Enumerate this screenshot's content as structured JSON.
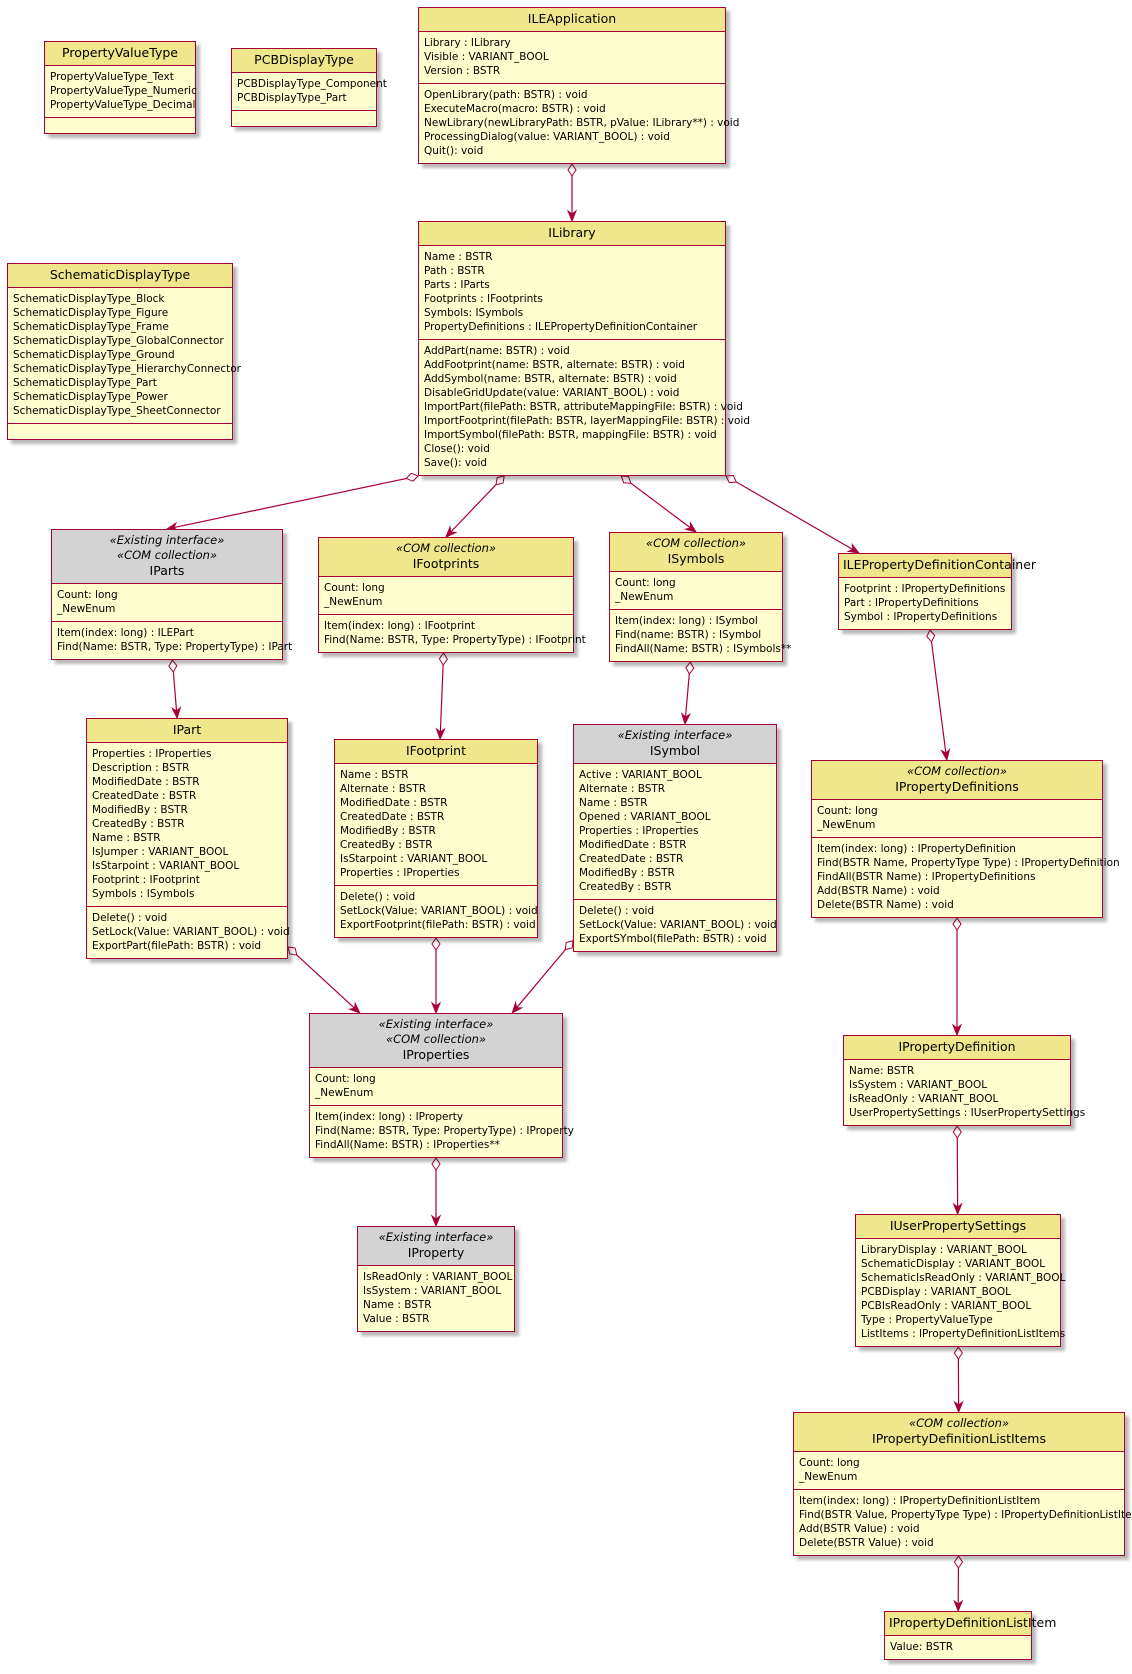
{
  "classes": [
    {
      "id": "PropertyValueType",
      "name": "PropertyValueType",
      "stereotypes": [],
      "sections": [
        [
          "PropertyValueType_Text",
          "PropertyValueType_Numeric",
          "PropertyValueType_Decimal"
        ],
        []
      ]
    },
    {
      "id": "PCBDisplayType",
      "name": "PCBDisplayType",
      "stereotypes": [],
      "sections": [
        [
          "PCBDisplayType_Component",
          "PCBDisplayType_Part"
        ],
        []
      ]
    },
    {
      "id": "SchematicDisplayType",
      "name": "SchematicDisplayType",
      "stereotypes": [],
      "sections": [
        [
          "SchematicDisplayType_Block",
          "SchematicDisplayType_Figure",
          "SchematicDisplayType_Frame",
          "SchematicDisplayType_GlobalConnector",
          "SchematicDisplayType_Ground",
          "SchematicDisplayType_HierarchyConnector",
          "SchematicDisplayType_Part",
          "SchematicDisplayType_Power",
          "SchematicDisplayType_SheetConnector"
        ],
        []
      ]
    },
    {
      "id": "ILEApplication",
      "name": "ILEApplication",
      "stereotypes": [],
      "sections": [
        [
          "Library : ILibrary",
          "Visible : VARIANT_BOOL",
          "Version : BSTR"
        ],
        [
          "OpenLibrary(path: BSTR) : void",
          "ExecuteMacro(macro: BSTR) : void",
          "NewLibrary(newLibraryPath: BSTR, pValue: ILibrary**) : void",
          "ProcessingDialog(value: VARIANT_BOOL) : void",
          "Quit(): void"
        ]
      ]
    },
    {
      "id": "ILibrary",
      "name": "ILibrary",
      "stereotypes": [],
      "sections": [
        [
          "Name : BSTR",
          "Path : BSTR",
          "Parts : IParts",
          "Footprints : IFootprints",
          "Symbols: ISymbols",
          "PropertyDefinitions : ILEPropertyDefinitionContainer"
        ],
        [
          "AddPart(name: BSTR) : void",
          "AddFootprint(name: BSTR, alternate: BSTR) : void",
          "AddSymbol(name: BSTR, alternate: BSTR) : void",
          "DisableGridUpdate(value: VARIANT_BOOL) : void",
          "ImportPart(filePath: BSTR, attributeMappingFile: BSTR) : void",
          "ImportFootprint(filePath: BSTR, layerMappingFile: BSTR) : void",
          "ImportSymbol(filePath: BSTR, mappingFile: BSTR) : void",
          "Close(): void",
          "Save(): void"
        ]
      ]
    },
    {
      "id": "IParts",
      "name": "IParts",
      "stereotypes": [
        "«Existing interface»",
        "«COM collection»"
      ],
      "grey": true,
      "sections": [
        [
          "Count: long",
          "_NewEnum"
        ],
        [
          "Item(index: long) : ILEPart",
          "Find(Name: BSTR, Type: PropertyType) : IPart"
        ]
      ]
    },
    {
      "id": "IFootprints",
      "name": "IFootprints",
      "stereotypes": [
        "«COM collection»"
      ],
      "sections": [
        [
          "Count: long",
          "_NewEnum"
        ],
        [
          "Item(index: long) : IFootprint",
          "Find(Name: BSTR, Type: PropertyType) : IFootprint"
        ]
      ]
    },
    {
      "id": "ISymbols",
      "name": "ISymbols",
      "stereotypes": [
        "«COM collection»"
      ],
      "sections": [
        [
          "Count: long",
          "_NewEnum"
        ],
        [
          "Item(index: long) : ISymbol",
          "Find(name: BSTR) : ISymbol",
          "FindAll(Name: BSTR) : ISymbols**"
        ]
      ]
    },
    {
      "id": "ILEPropertyDefinitionContainer",
      "name": "ILEPropertyDefinitionContainer",
      "stereotypes": [],
      "sections": [
        [
          "Footprint : IPropertyDefinitions",
          "Part : IPropertyDefinitions",
          "Symbol : IPropertyDefinitions"
        ]
      ]
    },
    {
      "id": "IPart",
      "name": "IPart",
      "stereotypes": [],
      "sections": [
        [
          "Properties : IProperties",
          "Description : BSTR",
          "ModifiedDate : BSTR",
          "CreatedDate : BSTR",
          "ModifiedBy : BSTR",
          "CreatedBy : BSTR",
          "Name : BSTR",
          "IsJumper : VARIANT_BOOL",
          "IsStarpoint : VARIANT_BOOL",
          "Footprint : IFootprint",
          "Symbols : ISymbols"
        ],
        [
          "Delete() : void",
          "SetLock(Value: VARIANT_BOOL) : void",
          "ExportPart(filePath: BSTR) : void"
        ]
      ]
    },
    {
      "id": "IFootprint",
      "name": "IFootprint",
      "stereotypes": [],
      "sections": [
        [
          "Name : BSTR",
          "Alternate : BSTR",
          "ModifiedDate : BSTR",
          "CreatedDate : BSTR",
          "ModifiedBy : BSTR",
          "CreatedBy : BSTR",
          "IsStarpoint : VARIANT_BOOL",
          "Properties : IProperties"
        ],
        [
          "Delete() : void",
          "SetLock(Value: VARIANT_BOOL) : void",
          "ExportFootprint(filePath: BSTR) : void"
        ]
      ]
    },
    {
      "id": "ISymbol",
      "name": "ISymbol",
      "stereotypes": [
        "«Existing interface»"
      ],
      "grey": true,
      "sections": [
        [
          "Active : VARIANT_BOOL",
          "Alternate : BSTR",
          "Name : BSTR",
          "Opened : VARIANT_BOOL",
          "Properties : IProperties",
          "ModifiedDate : BSTR",
          "CreatedDate : BSTR",
          "ModifiedBy : BSTR",
          "CreatedBy : BSTR"
        ],
        [
          "Delete() : void",
          "SetLock(Value: VARIANT_BOOL) : void",
          "ExportSYmbol(filePath: BSTR) : void"
        ]
      ]
    },
    {
      "id": "IPropertyDefinitions",
      "name": "IPropertyDefinitions",
      "stereotypes": [
        "«COM collection»"
      ],
      "sections": [
        [
          "Count: long",
          "_NewEnum"
        ],
        [
          "Item(index: long) : IPropertyDefinition",
          "Find(BSTR Name, PropertyType Type) : IPropertyDefinition",
          "FindAll(BSTR Name) : IPropertyDefinitions",
          "Add(BSTR Name) : void",
          "Delete(BSTR Name) : void"
        ]
      ]
    },
    {
      "id": "IProperties",
      "name": "IProperties",
      "stereotypes": [
        "«Existing interface»",
        "«COM collection»"
      ],
      "grey": true,
      "sections": [
        [
          "Count: long",
          "_NewEnum"
        ],
        [
          "Item(index: long) : IProperty",
          "Find(Name: BSTR, Type: PropertyType) : IProperty",
          "FindAll(Name: BSTR) :  IProperties**"
        ]
      ]
    },
    {
      "id": "IProperty",
      "name": "IProperty",
      "stereotypes": [
        "«Existing interface»"
      ],
      "grey": true,
      "sections": [
        [
          "IsReadOnly : VARIANT_BOOL",
          "IsSystem : VARIANT_BOOL",
          "Name : BSTR",
          "Value : BSTR"
        ]
      ]
    },
    {
      "id": "IPropertyDefinition",
      "name": "IPropertyDefinition",
      "stereotypes": [],
      "sections": [
        [
          "Name: BSTR",
          "IsSystem : VARIANT_BOOL",
          "IsReadOnly : VARIANT_BOOL",
          "UserPropertySettings : IUserPropertySettings"
        ]
      ]
    },
    {
      "id": "IUserPropertySettings",
      "name": "IUserPropertySettings",
      "stereotypes": [],
      "sections": [
        [
          "LibraryDisplay : VARIANT_BOOL",
          "SchematicDisplay : VARIANT_BOOL",
          "SchematicIsReadOnly : VARIANT_BOOL",
          "PCBDisplay : VARIANT_BOOL",
          "PCBIsReadOnly : VARIANT_BOOL",
          "Type : PropertyValueType",
          "ListItems : IPropertyDefinitionListItems"
        ]
      ]
    },
    {
      "id": "IPropertyDefinitionListItems",
      "name": "IPropertyDefinitionListItems",
      "stereotypes": [
        "«COM collection»"
      ],
      "sections": [
        [
          "Count: long",
          "_NewEnum"
        ],
        [
          "Item(index: long) : IPropertyDefinitionListItem",
          "Find(BSTR Value, PropertyType Type) : IPropertyDefinitionListItem",
          "Add(BSTR Value) : void",
          "Delete(BSTR Value) : void"
        ]
      ]
    },
    {
      "id": "IPropertyDefinitionListItem",
      "name": "IPropertyDefinitionListItem",
      "stereotypes": [],
      "sections": [
        [
          "Value: BSTR"
        ]
      ]
    }
  ],
  "relations": [
    {
      "from": "ILEApplication",
      "to": "ILibrary",
      "type": "aggregation"
    },
    {
      "from": "ILibrary",
      "to": "IParts",
      "type": "aggregation"
    },
    {
      "from": "ILibrary",
      "to": "IFootprints",
      "type": "aggregation"
    },
    {
      "from": "ILibrary",
      "to": "ISymbols",
      "type": "aggregation"
    },
    {
      "from": "ILibrary",
      "to": "ILEPropertyDefinitionContainer",
      "type": "aggregation"
    },
    {
      "from": "IParts",
      "to": "IPart",
      "type": "aggregation"
    },
    {
      "from": "IFootprints",
      "to": "IFootprint",
      "type": "aggregation"
    },
    {
      "from": "ISymbols",
      "to": "ISymbol",
      "type": "aggregation"
    },
    {
      "from": "ILEPropertyDefinitionContainer",
      "to": "IPropertyDefinitions",
      "type": "aggregation"
    },
    {
      "from": "IPart",
      "to": "IProperties",
      "type": "aggregation"
    },
    {
      "from": "IFootprint",
      "to": "IProperties",
      "type": "aggregation"
    },
    {
      "from": "ISymbol",
      "to": "IProperties",
      "type": "aggregation"
    },
    {
      "from": "IProperties",
      "to": "IProperty",
      "type": "aggregation"
    },
    {
      "from": "IPropertyDefinitions",
      "to": "IPropertyDefinition",
      "type": "aggregation"
    },
    {
      "from": "IPropertyDefinition",
      "to": "IUserPropertySettings",
      "type": "aggregation"
    },
    {
      "from": "IUserPropertySettings",
      "to": "IPropertyDefinitionListItems",
      "type": "aggregation"
    },
    {
      "from": "IPropertyDefinitionListItems",
      "to": "IPropertyDefinitionListItem",
      "type": "aggregation"
    }
  ],
  "colors": {
    "border": "#a80036",
    "header": "#f0e68c",
    "headerGrey": "#d3d3d3",
    "body": "#fefece",
    "edge": "#a80036"
  }
}
